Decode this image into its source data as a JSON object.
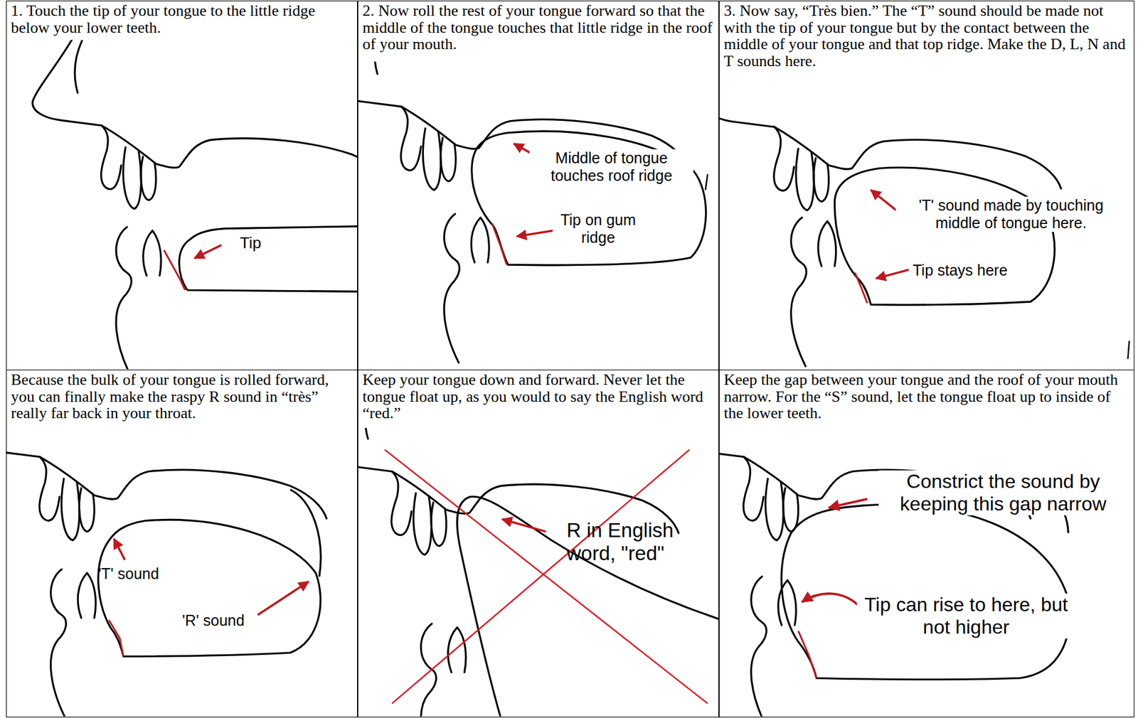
{
  "diagram": {
    "nodes": [
      {
        "text": [
          "1. Touch the tip of your tongue to the little ridge below your lower teeth.",
          "Tip"
        ]
      },
      {
        "text": [
          "2. Now roll the rest of your tongue forward so that the middle of the tongue touches that little ridge in the roof of your mouth.",
          "Middle of tongue touches roof ridge",
          "Tip on gum ridge"
        ]
      },
      {
        "text": [
          "3. Now say, “Très bien.” The “T” sound should be made not with the tip of your tongue but by the contact between the middle of your tongue and that top ridge. Make the D, L, N and T sounds here.",
          "'T' sound made by touching middle of tongue here.",
          "Tip stays here"
        ]
      },
      {
        "text": [
          "Because the bulk of your tongue is rolled forward, you can finally make the raspy R sound in “très” really far back in your throat.",
          "'T' sound",
          "'R' sound"
        ]
      },
      {
        "text": [
          "Keep your tongue down and forward. Never let the tongue float up, as you would to say the English word “red.”",
          "R in English word, \"red\""
        ]
      },
      {
        "text": [
          "Keep the gap between your tongue and the roof of your mouth narrow. For the “S” sound, let the tongue float up to inside of the lower teeth.",
          "Constrict the sound by keeping this gap narrow",
          "Tip can rise to here, but not higher"
        ]
      }
    ]
  }
}
